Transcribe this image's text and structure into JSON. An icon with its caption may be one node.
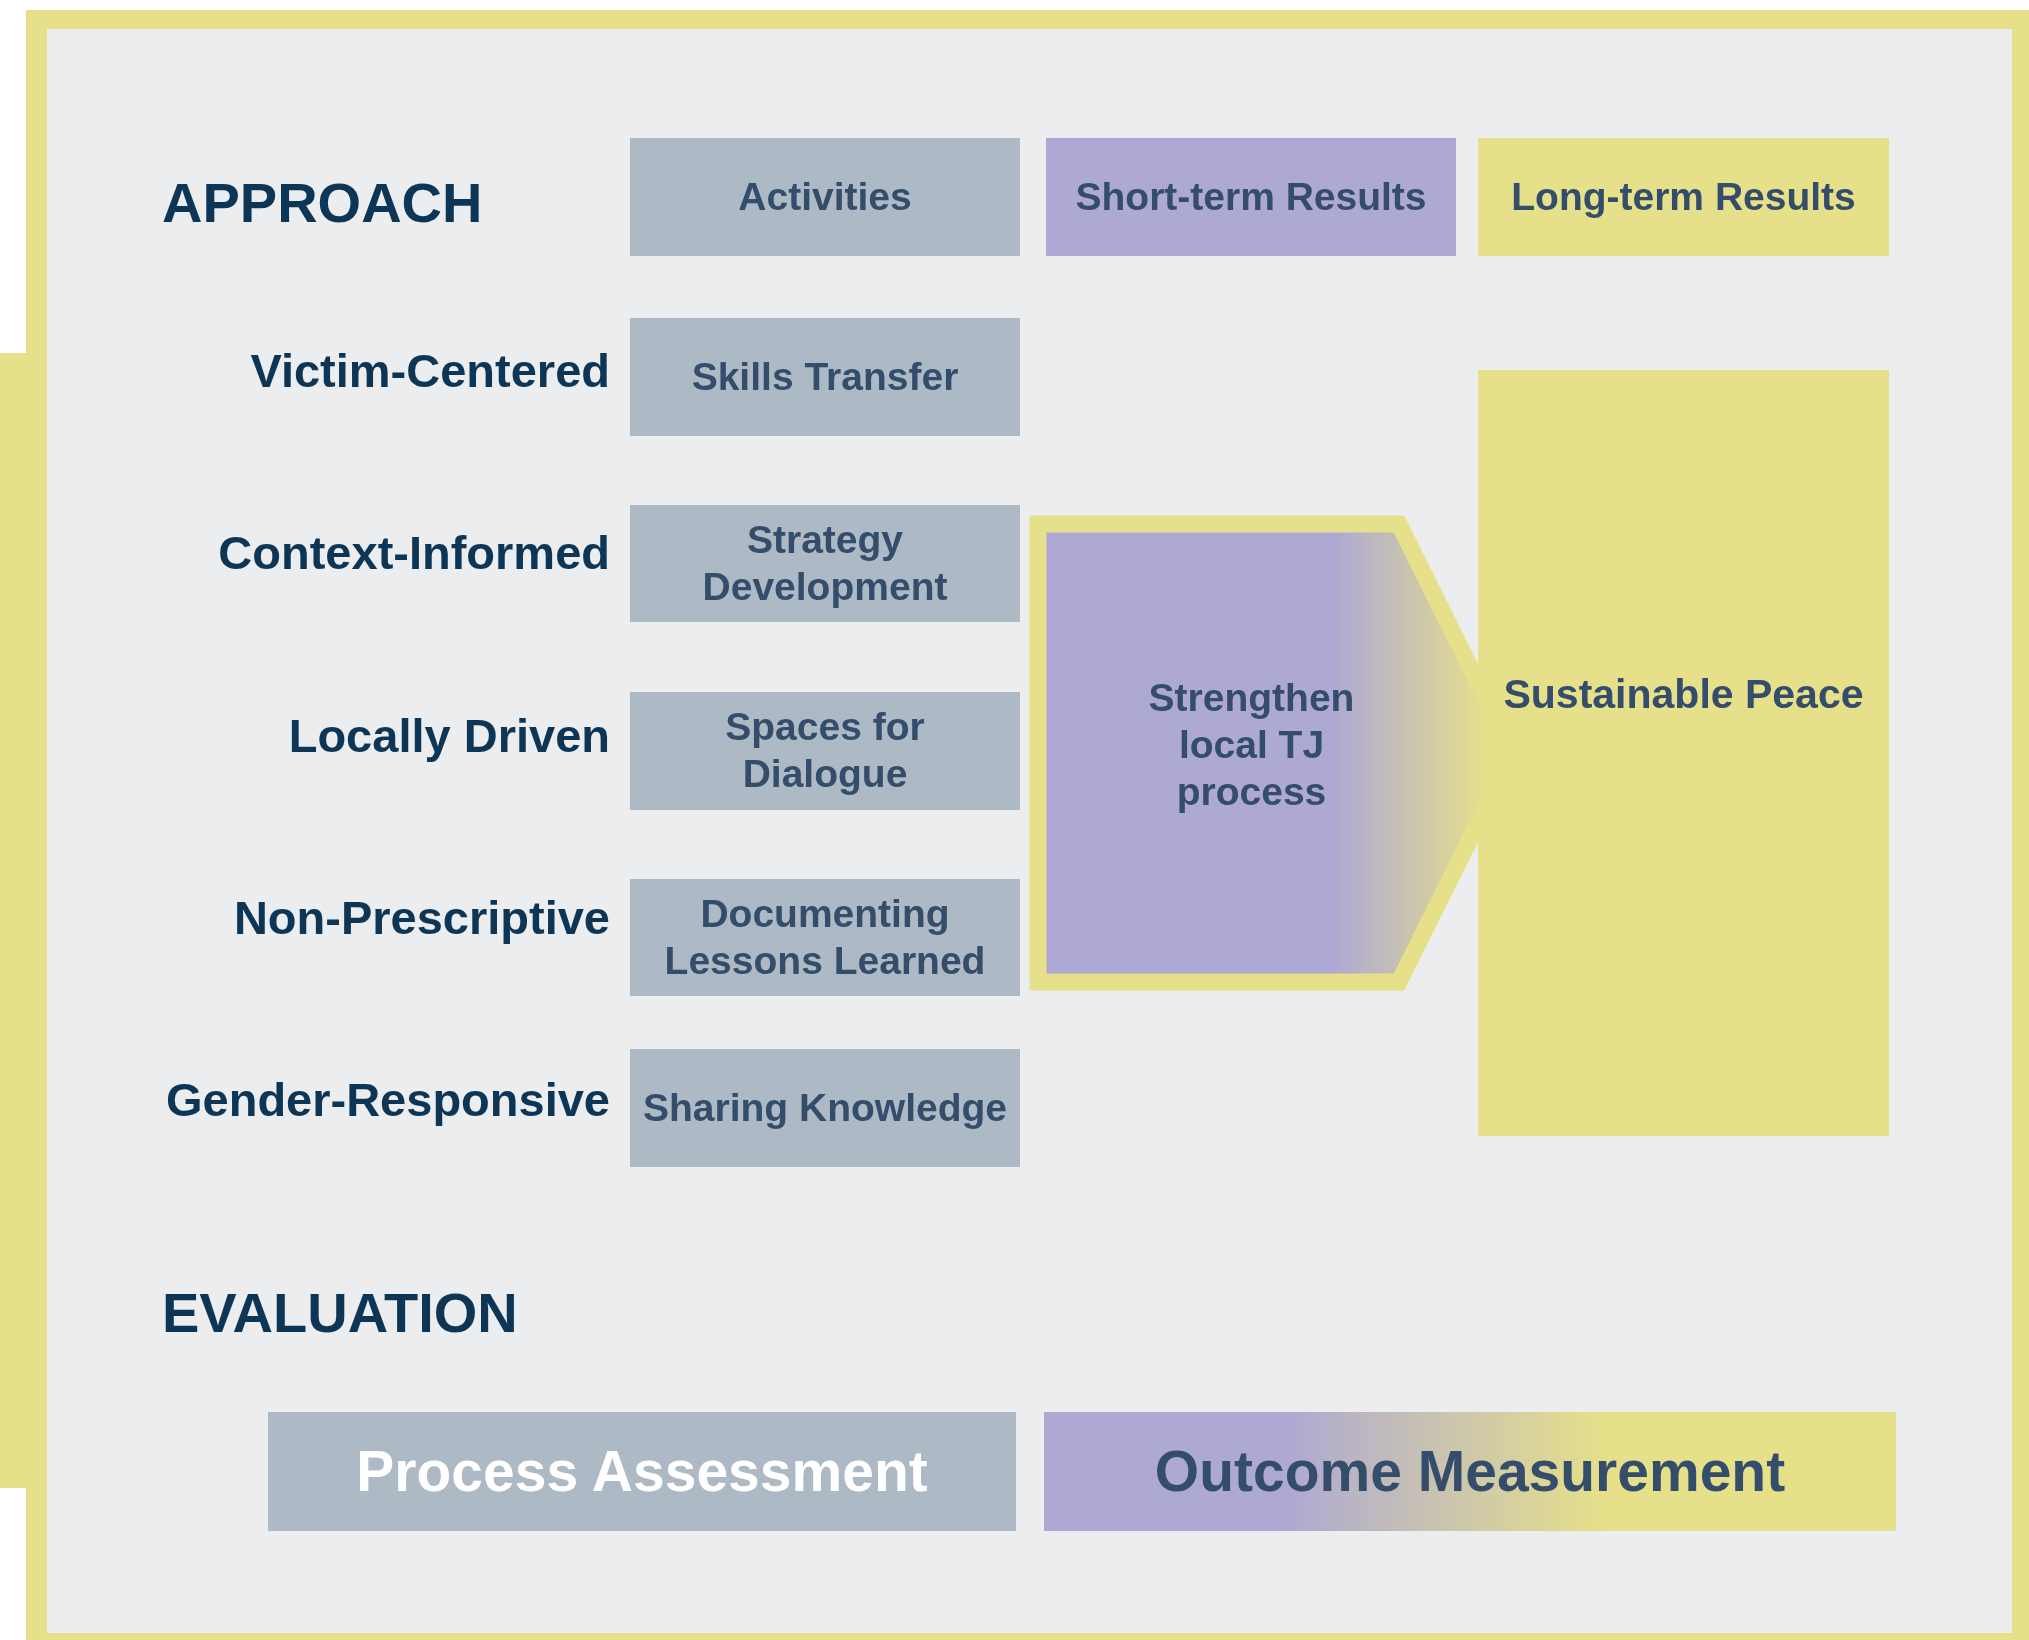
{
  "diagram": {
    "nodes": [
      {
        "text": [
          "Activities"
        ]
      },
      {
        "text": [
          "Short-term Results"
        ]
      },
      {
        "text": [
          "Long-term Results"
        ]
      },
      {
        "text": [
          "Skills Transfer"
        ]
      },
      {
        "text": [
          "Sustainable Peace"
        ]
      },
      {
        "text": [
          "Strategy Development"
        ]
      },
      {
        "text": [
          "Strengthen local TJ process"
        ]
      },
      {
        "text": [
          "Spaces for Dialogue"
        ]
      },
      {
        "text": [
          "Documenting Lessons Learned"
        ]
      },
      {
        "text": [
          "Sharing Knowledge"
        ]
      },
      {
        "text": [
          "Process Assessment"
        ]
      },
      {
        "text": [
          "Outcome Measurement"
        ]
      }
    ],
    "labels": [
      "APPROACH",
      "Victim-Centered",
      "Context-Informed",
      "Locally Driven",
      "Non-Prescriptive",
      "Gender-Responsive",
      "EVALUATION"
    ]
  }
}
